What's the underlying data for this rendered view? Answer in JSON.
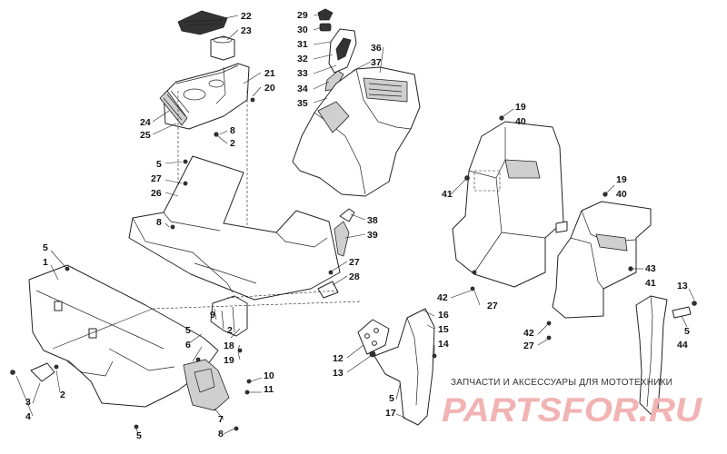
{
  "watermark": {
    "caption": "ЗАПЧАСТИ И АКСЕССУАРЫ ДЛЯ МОТОТЕХНИКИ",
    "logo": "PARTSFOR.RU",
    "colors": {
      "logo": "#f2b3b3",
      "caption": "#333333"
    }
  },
  "callouts": {
    "c22": "22",
    "c23": "23",
    "c21": "21",
    "c20": "20",
    "c24": "24",
    "c25": "25",
    "c8a": "8",
    "c2a": "2",
    "c29": "29",
    "c30": "30",
    "c31": "31",
    "c32": "32",
    "c33": "33",
    "c34": "34",
    "c35": "35",
    "c36": "36",
    "c37": "37",
    "c19a": "19",
    "c40a": "40",
    "c41a": "41",
    "c5a": "5",
    "c27a": "27",
    "c26": "26",
    "c8b": "8",
    "c38": "38",
    "c39": "39",
    "c19b": "19",
    "c40b": "40",
    "c5b": "5",
    "c1": "1",
    "c27b": "27",
    "c28": "28",
    "c42a": "42",
    "c27c": "27",
    "c43": "43",
    "c41b": "41",
    "c13a": "13",
    "c5c": "5",
    "c44": "44",
    "c42b": "42",
    "c27d": "27",
    "c9": "9",
    "c5d": "5",
    "c6": "6",
    "c2b": "2",
    "c18": "18",
    "c19c": "19",
    "c16": "16",
    "c15": "15",
    "c14": "14",
    "c12": "12",
    "c13b": "13",
    "c10": "10",
    "c11": "11",
    "c3": "3",
    "c4": "4",
    "c2c": "2",
    "c7": "7",
    "c8c": "8",
    "c5e": "5",
    "c5f": "5",
    "c17": "17"
  }
}
